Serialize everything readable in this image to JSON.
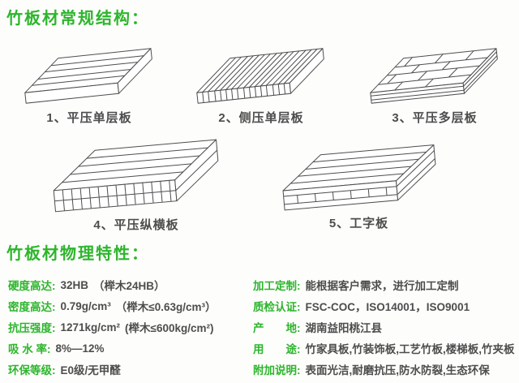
{
  "page": {
    "background": "#fdfdfb",
    "accent_green": "#2db52d",
    "text_dark": "#4d4d4d",
    "line_color": "#4e4e4e"
  },
  "sections": {
    "structure_title": "竹板材常规结构：",
    "physical_title": "竹板材物理特性："
  },
  "diagrams": [
    {
      "label": "1、平压单层板"
    },
    {
      "label": "2、侧压单层板"
    },
    {
      "label": "3、平压多层板"
    },
    {
      "label": "4、平压纵横板"
    },
    {
      "label": "5、工字板"
    }
  ],
  "specs": {
    "left": [
      {
        "label": "硬度高达:",
        "value": "32HB",
        "note": "（榉木24HB）"
      },
      {
        "label": "密度高达:",
        "value": "0.79g/cm³",
        "note": "（榉木≤0.63g/cm³）"
      },
      {
        "label": "抗压强度:",
        "value": "1271kg/cm²",
        "note": "(榉木≤600kg/cm²)"
      },
      {
        "label": "吸 水 率:",
        "value": "8%—12%",
        "note": ""
      },
      {
        "label": "环保等级:",
        "value": "E0级/无甲醛",
        "note": ""
      }
    ],
    "right": [
      {
        "label": "加工定制:",
        "value": "能根据客户需求，进行加工定制"
      },
      {
        "label": "质检认证:",
        "value": "FSC-COC，ISO14001，ISO9001"
      },
      {
        "label": "产　　地:",
        "value": "湖南益阳桃江县"
      },
      {
        "label": "用　　途:",
        "value": "竹家具板,竹装饰板,工艺竹板,楼梯板,竹夹板"
      },
      {
        "label": "附加说明:",
        "value": "表面光洁,耐磨抗压,防水防裂,生态环保"
      }
    ]
  }
}
